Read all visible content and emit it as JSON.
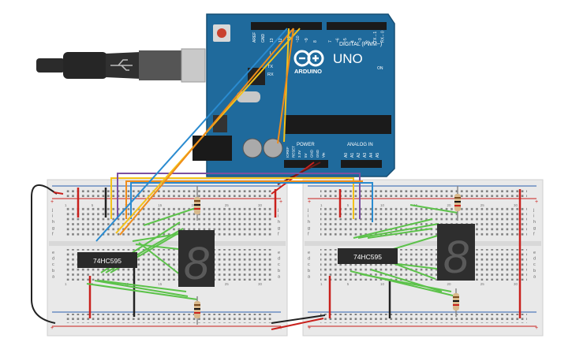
{
  "arduino": {
    "brand": "ARDUINO",
    "model": "UNO",
    "on_label": "ON",
    "header_digital": "DIGITAL (PWM~)",
    "header_power": "POWER",
    "header_analog": "ANALOG IN",
    "l_label": "L",
    "tx_label": "TX",
    "rx_label": "RX",
    "top_pins": [
      "AREF",
      "GND",
      "13",
      "12",
      "~11",
      "~10",
      "~9",
      "8",
      "7",
      "~6",
      "~5",
      "4",
      "~3",
      "2",
      "TX→1",
      "RX←0"
    ],
    "power_pins": [
      "IOREF",
      "RESET",
      "3.3V",
      "5V",
      "GND",
      "GND",
      "Vin"
    ],
    "analog_pins": [
      "A0",
      "A1",
      "A2",
      "A3",
      "A4",
      "A5"
    ]
  },
  "breadboards": {
    "row_letters_top": [
      "j",
      "i",
      "h",
      "g",
      "f"
    ],
    "row_letters_bottom": [
      "e",
      "d",
      "c",
      "b",
      "a"
    ],
    "col_numbers_left": [
      "1",
      "5",
      "10",
      "15",
      "20",
      "25",
      "30"
    ],
    "col_numbers_right": [
      "1",
      "5",
      "10",
      "15",
      "20",
      "25",
      "30"
    ],
    "rail_plus": "+",
    "rail_minus": "−"
  },
  "chips": [
    {
      "label": "74HC595"
    },
    {
      "label": "74HC595"
    }
  ],
  "displays": [
    {
      "digit": "8"
    },
    {
      "digit": "8"
    }
  ],
  "colors": {
    "board": "#1f6a9c",
    "breadboard": "#e9e9e9",
    "wire_green": "#5cc24a",
    "wire_yellow": "#f4c21a",
    "wire_orange": "#f08c1a",
    "wire_purple": "#7b4fa0",
    "wire_blue": "#2a8bd0",
    "wire_red": "#c9201c",
    "wire_black": "#222222"
  }
}
